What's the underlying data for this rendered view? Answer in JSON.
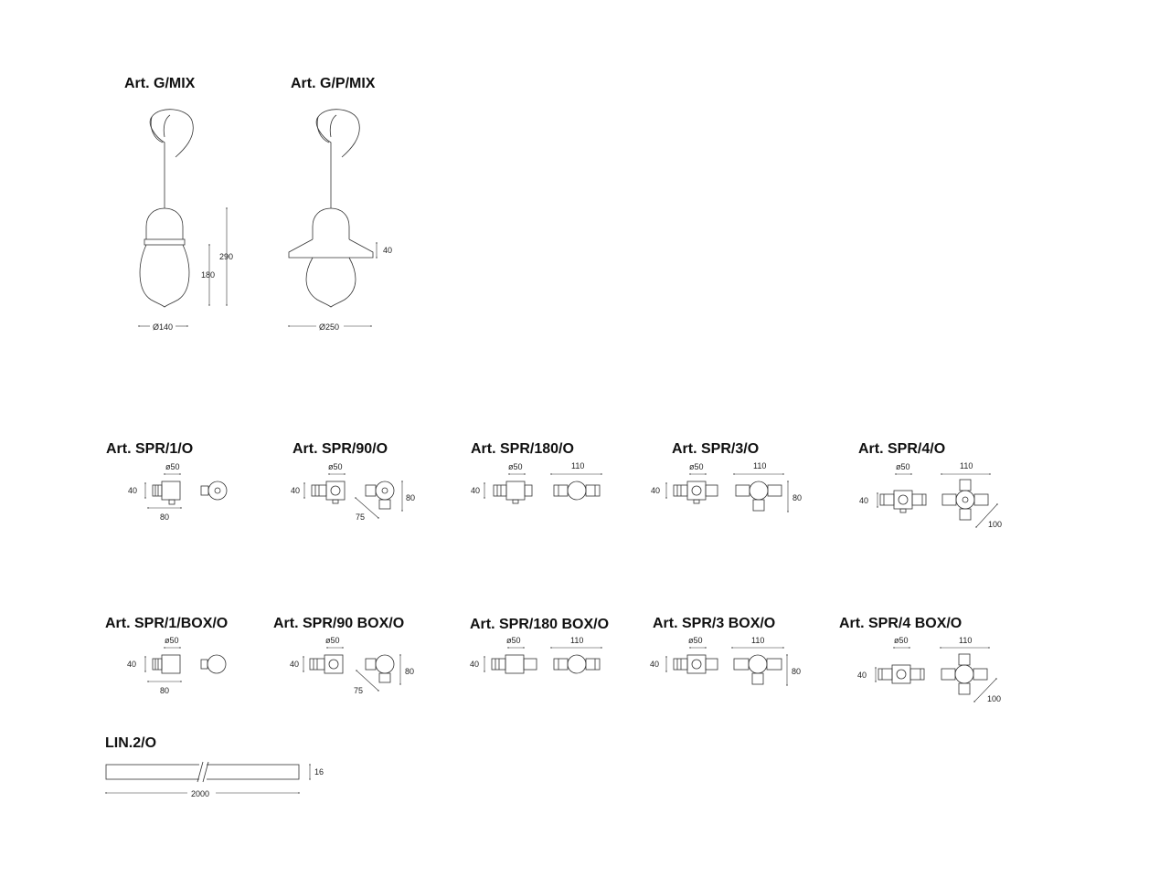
{
  "colors": {
    "ink": "#333333",
    "background": "#ffffff"
  },
  "titles": {
    "g_mix": "Art. G/MIX",
    "gp_mix": "Art. G/P/MIX",
    "spr1": "Art. SPR/1/O",
    "spr90": "Art. SPR/90/O",
    "spr180": "Art. SPR/180/O",
    "spr3": "Art. SPR/3/O",
    "spr4": "Art. SPR/4/O",
    "spr1box": "Art. SPR/1/BOX/O",
    "spr90box": "Art. SPR/90 BOX/O",
    "spr180box": "Art. SPR/180 BOX/O",
    "spr3box": "Art. SPR/3 BOX/O",
    "spr4box": "Art. SPR/4 BOX/O",
    "lin": "LIN.2/O"
  },
  "dims": {
    "g_height_total": "290",
    "g_height_body": "180",
    "g_diameter": "Ø140",
    "gp_shade_height": "40",
    "gp_diameter": "Ø250",
    "d50": "ø50",
    "d40": "40",
    "d80": "80",
    "d75": "75",
    "d110": "110",
    "d100": "100",
    "lin_height": "16",
    "lin_length": "2000"
  }
}
